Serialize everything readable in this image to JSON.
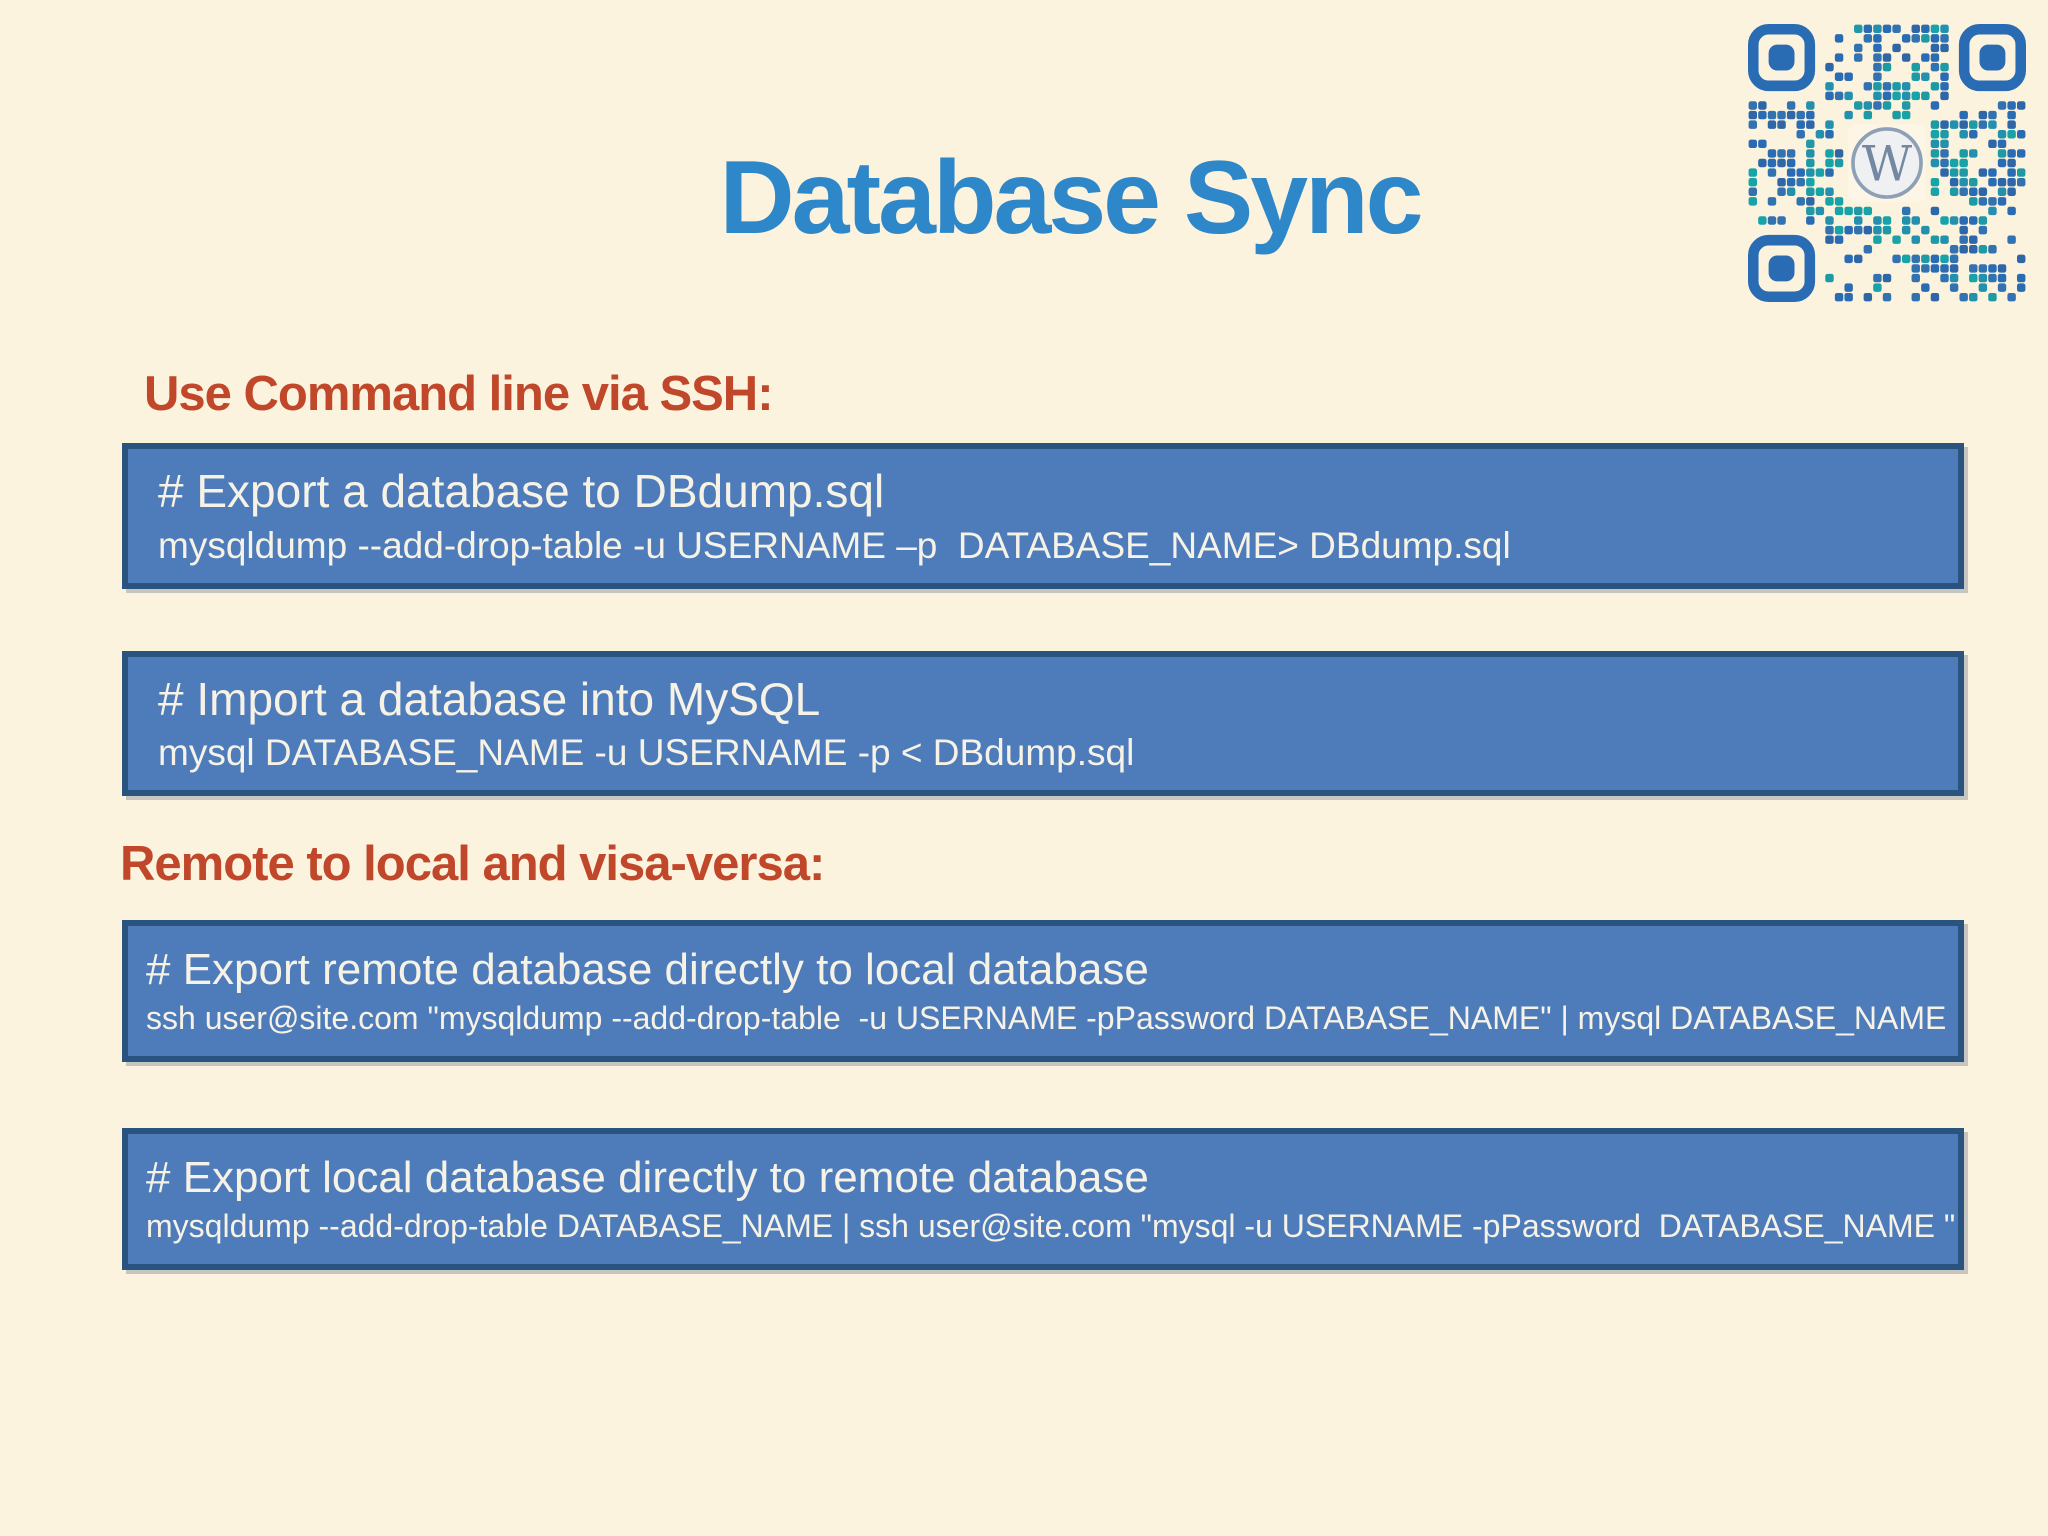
{
  "slide_title": "Database Sync",
  "sections": [
    {
      "heading": "Use Command line via SSH:"
    },
    {
      "heading": "Remote to local and visa-versa:"
    }
  ],
  "code_boxes": [
    {
      "title": "# Export a database to DBdump.sql",
      "command": "mysqldump --add-drop-table -u USERNAME –p  DATABASE_NAME> DBdump.sql"
    },
    {
      "title": "# Import a database into MySQL",
      "command": "mysql DATABASE_NAME -u USERNAME -p < DBdump.sql"
    },
    {
      "title": "# Export remote database directly to local database",
      "command": "ssh user@site.com \"mysqldump --add-drop-table  -u USERNAME -pPassword DATABASE_NAME\" | mysql DATABASE_NAME"
    },
    {
      "title": "# Export local database directly to remote database",
      "command": "mysqldump --add-drop-table DATABASE_NAME | ssh user@site.com \"mysql -u USERNAME -pPassword  DATABASE_NAME \""
    }
  ],
  "qr": {
    "icon": "wordpress-qr-code",
    "logo_letter": "W"
  },
  "colors": {
    "background": "#fcf3de",
    "title_blue": "#2d87c8",
    "heading_orange": "#c0472a",
    "box_fill": "#4e7cba",
    "box_border": "#2b5380",
    "box_text": "#f7f2e6",
    "qr_blue": "#2a6cb3",
    "qr_teal": "#1e9aa4"
  }
}
